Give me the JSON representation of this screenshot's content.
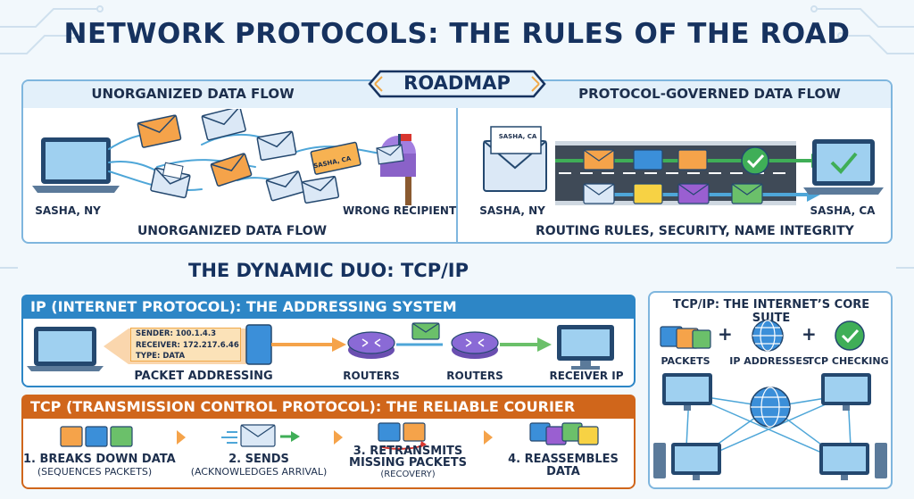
{
  "title": "NETWORK PROTOCOLS: THE RULES OF THE ROAD",
  "roadmap": {
    "badge": "ROADMAP",
    "left": {
      "heading": "UNORGANIZED DATA FLOW",
      "sender_label": "SASHA, NY",
      "misaddressed_envelope_text": "SASHA, CA",
      "recipient_label": "WRONG RECIPIENT",
      "caption": "UNORGANIZED DATA FLOW"
    },
    "right": {
      "heading": "PROTOCOL-GOVERNED DATA FLOW",
      "envelope_text": "SASHA, CA",
      "sender_label": "SASHA, NY",
      "receiver_label": "SASHA, CA",
      "caption": "ROUTING RULES, SECURITY, NAME INTEGRITY"
    }
  },
  "duo_heading": "THE DYNAMIC DUO: TCP/IP",
  "ip": {
    "header": "IP (INTERNET PROTOCOL): THE ADDRESSING SYSTEM",
    "address_lines": [
      "SENDER: 100.1.4.3",
      "RECEIVER: 172.217.6.46",
      "TYPE: DATA"
    ],
    "packet_label": "PACKET ADDRESSING",
    "router1_label": "ROUTERS",
    "router2_label": "ROUTERS",
    "receiver_label": "RECEIVER IP"
  },
  "tcp": {
    "header": "TCP (TRANSMISSION CONTROL PROTOCOL): THE RELIABLE COURIER",
    "steps": [
      {
        "line1": "1. BREAKS DOWN DATA",
        "line2": "(SEQUENCES PACKETS)",
        "line3": ""
      },
      {
        "line1": "2. SENDS",
        "line2": "(ACKNOWLEDGES ARRIVAL)",
        "line3": ""
      },
      {
        "line1": "3. RETRANSMITS",
        "line2": "MISSING PACKETS",
        "line3": "(RECOVERY)"
      },
      {
        "line1": "4. REASSEMBLES",
        "line2": "DATA",
        "line3": ""
      }
    ]
  },
  "suite": {
    "header": "TCP/IP: THE INTERNET’S CORE SUITE",
    "items": [
      "PACKETS",
      "IP ADDRESSES",
      "TCP CHECKING"
    ],
    "plus": "+"
  },
  "colors": {
    "navy": "#16325f",
    "ip_blue": "#2d86c6",
    "tcp_orange": "#d0661b",
    "envelope_orange": "#f5a34a",
    "envelope_blue": "#dbe8f6",
    "packet_blue": "#3b8fd9",
    "packet_yellow": "#f7d244",
    "packet_purple": "#9a5fd1",
    "packet_green": "#6bc06a",
    "check_green": "#3fae57"
  }
}
